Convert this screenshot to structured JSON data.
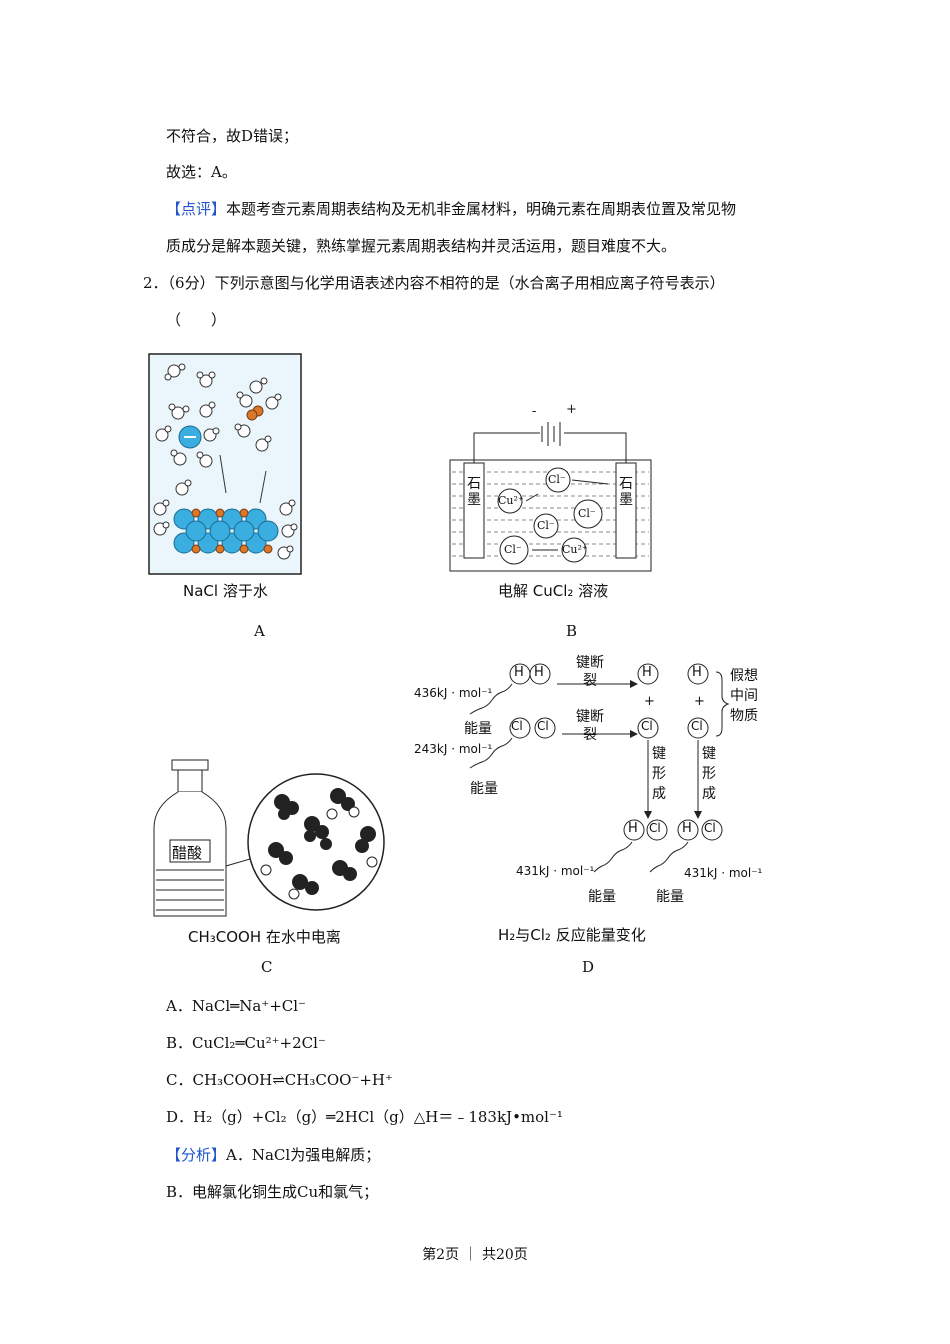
{
  "lines": {
    "l1": "不符合，故D错误；",
    "l2": "故选：A。",
    "comment_tag": "【点评】",
    "comment_1": "本题考查元素周期表结构及无机非金属材料，明确元素在周期表位置及常见物",
    "comment_2": "质成分是解本题关键，熟练掌握元素周期表结构并灵活运用，题目难度不大。",
    "q2_num": "2．",
    "q2_text": "（6分）下列示意图与化学用语表述内容不相符的是（水合离子用相应离子符号表示）",
    "q2_paren": "（　　）"
  },
  "figures": {
    "A": {
      "caption": "NaCl 溶于水",
      "letter": "A"
    },
    "B": {
      "caption": "电解 CuCl₂ 溶液",
      "letter": "B",
      "electrode": "石墨",
      "ion_cu": "Cu²⁺",
      "ion_cl": "Cl⁻",
      "plus": "+",
      "minus": "-"
    },
    "C": {
      "caption": "CH₃COOH 在水中电离",
      "letter": "C",
      "label": "醋酸"
    },
    "D": {
      "caption": "H₂与Cl₂ 反应能量变化",
      "letter": "D",
      "bond_break": "键断裂",
      "bond_form": "键形成",
      "energy": "能量",
      "e436": "436kJ · mol⁻¹",
      "e243": "243kJ · mol⁻¹",
      "e431": "431kJ · mol⁻¹",
      "intermediate": "假想中间物质",
      "H": "H",
      "Cl": "Cl",
      "plus": "+"
    }
  },
  "options": {
    "A": "A．NaCl═Na⁺+Cl⁻",
    "B": "B．CuCl₂═Cu²⁺+2Cl⁻",
    "C": "C．CH₃COOH⇌CH₃COO⁻+H⁺",
    "D": "D．H₂（g）+Cl₂（g）═2HCl（g）△H＝﹣183kJ•mol⁻¹"
  },
  "analysis": {
    "tag": "【分析】",
    "a": "A．NaCl为强电解质；",
    "b": "B．电解氯化铜生成Cu和氯气；"
  },
  "footer": "第2页 ｜ 共20页",
  "colors": {
    "accent": "#2255cc",
    "ion_blue": "#3aaee0",
    "ion_orange": "#d9782a"
  }
}
